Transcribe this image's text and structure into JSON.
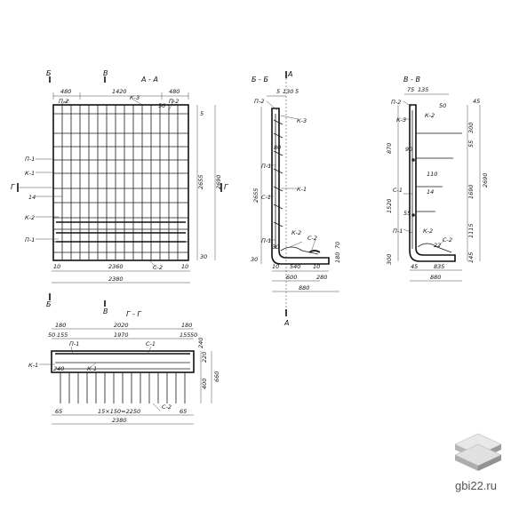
{
  "watermark": {
    "text": "gbi22.ru"
  },
  "view_aa": {
    "title": "А - А",
    "cut_b_left": "Б",
    "cut_v_top": "В",
    "cut_b_bottom": "Б",
    "cut_v_bottom": "В",
    "cut_g_left": "Г",
    "cut_g_right": "Г",
    "dims_top": [
      "480",
      "1420",
      "480"
    ],
    "dims_right": [
      "5",
      "2655",
      "2690",
      "30"
    ],
    "dims_bottom": [
      "10",
      "2360",
      "10",
      "2380"
    ],
    "labels": [
      "П-2",
      "К-3",
      "П-2",
      "П-1",
      "К-1",
      "14",
      "К-2",
      "П-1",
      "С-2",
      "50"
    ]
  },
  "view_bb": {
    "title": "Б - Б",
    "cut": "А",
    "dims_top": [
      "5",
      "130",
      "5"
    ],
    "dims_left": [
      "2655",
      "30"
    ],
    "dims_bottom": [
      "10",
      "540",
      "10",
      "600",
      "280",
      "880"
    ],
    "labels": [
      "П-2",
      "К-3",
      "80",
      "П-1",
      "С-1",
      "К-1",
      "К-2",
      "П-1",
      "С-2",
      "30",
      "180",
      "70"
    ]
  },
  "view_vv": {
    "title": "В - В",
    "dims_top": [
      "75",
      "135",
      "45"
    ],
    "dims_left": [
      "870",
      "1520",
      "300"
    ],
    "dims_right": [
      "300",
      "55",
      "1690",
      "2690",
      "1115",
      "145"
    ],
    "dims_bottom": [
      "45",
      "835",
      "880"
    ],
    "labels": [
      "П-2",
      "50",
      "К-3",
      "К-2",
      "90",
      "110",
      "С-1",
      "14",
      "55",
      "П-1",
      "К-2",
      "С-2",
      "22"
    ]
  },
  "view_gg": {
    "title": "Г - Г",
    "dims_top": [
      "180",
      "2020",
      "180",
      "50",
      "155",
      "1970",
      "155",
      "50"
    ],
    "dims_right": [
      "220",
      "400",
      "660",
      "240"
    ],
    "dims_bottom": [
      "65",
      "15×150=2250",
      "65",
      "2380"
    ],
    "labels": [
      "П-1",
      "С-1",
      "К-1",
      "240",
      "К-1",
      "С-2"
    ]
  },
  "section_a_bottom": "А"
}
